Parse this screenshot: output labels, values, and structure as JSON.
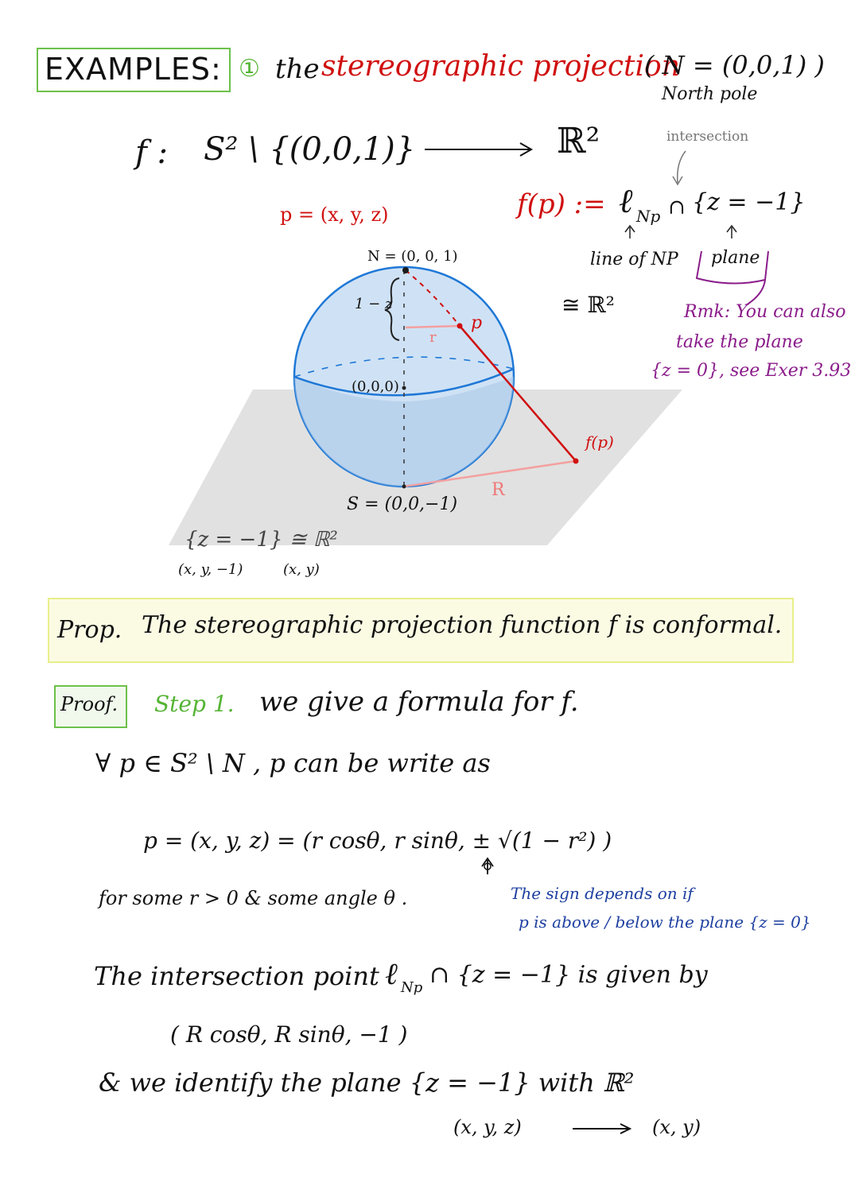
{
  "header": {
    "examples_label": "EXAMPLES:",
    "item_number": "①",
    "the": "the",
    "title_red": "stereographic projection",
    "north_def": "( N = (0,0,1) )",
    "north_pole": "North pole"
  },
  "map": {
    "f_label": "f :",
    "domain": "S² \\ {(0,0,1)}",
    "codomain": "ℝ²",
    "intersection_note": "intersection",
    "def_lhs": "f(p) :=",
    "def_line": "ℓ",
    "def_line_sub": "Np",
    "def_cap": "∩",
    "def_plane": "{z = −1}",
    "line_of_np": "line of NP",
    "plane": "plane",
    "iso": "≅ ℝ²",
    "p_def": "p = (x, y, z)"
  },
  "remark": {
    "line1": "Rmk: You can also",
    "line2": "take the plane",
    "line3": "{z = 0}, see Exer 3.93"
  },
  "figure": {
    "N_label": "N = (0, 0, 1)",
    "one_minus_z": "1 − z",
    "p_label": "p",
    "r_label": "r",
    "origin_label": "(0,0,0)",
    "fp_label": "f(p)",
    "R_label": "R",
    "S_label": "S = (0,0,−1)",
    "plane_iso": "{z = −1} ≅ ℝ²",
    "xy_minus1": "(x, y, −1)",
    "xy": "(x, y)",
    "colors": {
      "sphere": "#c9dff3",
      "sphere_edge": "#1f78d6",
      "plane": "#dcdcdc",
      "red": "#d01010",
      "pink": "#f4a0a0"
    }
  },
  "prop": {
    "label": "Prop.",
    "text": "The stereographic projection function f is conformal."
  },
  "proof": {
    "label": "Proof.",
    "step": "Step 1.",
    "step_text": "we give a formula for f.",
    "forall": "∀ p ∈ S² \\ N ,  p can be write as",
    "formula": "p = (x, y, z) = (r cosθ,  r sinθ,  ± √(1 − r²) )",
    "arrow_up": "↑",
    "for_some": "for some   r > 0   & some angle  θ .",
    "sign_note1": "The sign depends on if",
    "sign_note2": "p is above / below the plane {z = 0}",
    "intersection": "The intersection point",
    "int_line": "ℓ",
    "int_sub": "Np",
    "int_rest": "∩ {z = −1}  is given by",
    "point": "( R cosθ,  R sinθ,  −1 )",
    "identify": "&  we identify the plane {z = −1} with ℝ²",
    "map_from": "(x, y, z)",
    "map_to": "(x, y)"
  }
}
